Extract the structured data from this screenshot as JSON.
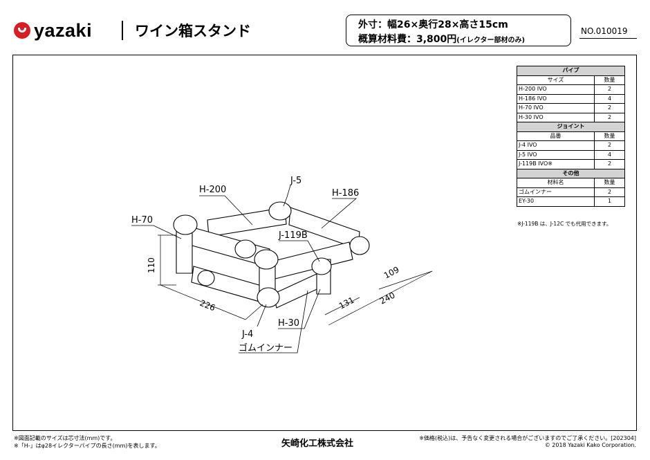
{
  "header": {
    "brand": "yazaki",
    "title": "ワイン箱スタンド",
    "spec_line1": "外寸：幅26×奥行28×高さ15cm",
    "spec_line2_main": "概算材料費：3,800円",
    "spec_line2_note": "(イレクター部材のみ)",
    "doc_no": "NO.010019"
  },
  "bom": {
    "pipe": {
      "section": "パイプ",
      "col_name": "サイズ",
      "col_qty": "数量",
      "rows": [
        {
          "name": "H-200 IVO",
          "qty": "2"
        },
        {
          "name": "H-186 IVO",
          "qty": "4"
        },
        {
          "name": "H-70 IVO",
          "qty": "2"
        },
        {
          "name": "H-30 IVO",
          "qty": "2"
        }
      ]
    },
    "joint": {
      "section": "ジョイント",
      "col_name": "品番",
      "col_qty": "数量",
      "rows": [
        {
          "name": "J-4 IVO",
          "qty": "2"
        },
        {
          "name": "J-5 IVO",
          "qty": "4"
        },
        {
          "name": "J-119B IVO※",
          "qty": "2"
        }
      ]
    },
    "other": {
      "section": "その他",
      "col_name": "材料名",
      "col_qty": "数量",
      "rows": [
        {
          "name": "ゴムインナー",
          "qty": "2"
        },
        {
          "name": "EY-30",
          "qty": "1"
        }
      ]
    },
    "note": "※J-119B は、J-12C でも代用できます。"
  },
  "diagram": {
    "labels": {
      "h200": "H-200",
      "j5": "J-5",
      "h186": "H-186",
      "h70": "H-70",
      "j119b": "J-119B",
      "j4": "J-4",
      "h30": "H-30",
      "rubber": "ゴムインナー"
    },
    "dims": {
      "height": "110",
      "width": "226",
      "d109": "109",
      "d131": "131",
      "d240": "240"
    }
  },
  "footer": {
    "note1": "※図面記載のサイズは芯寸法(mm)です。",
    "note2": "※「H-」はφ28イレクターパイプの長さ(mm)を表します。",
    "company": "矢崎化工株式会社",
    "price_note": "※価格(税込)は、予告なく変更される場合がございますのでご了承ください。[202304]",
    "copyright": "© 2018 Yazaki Kako Corporation."
  },
  "colors": {
    "brand_red": "#d51f26",
    "table_header": "#d3d3d3"
  }
}
